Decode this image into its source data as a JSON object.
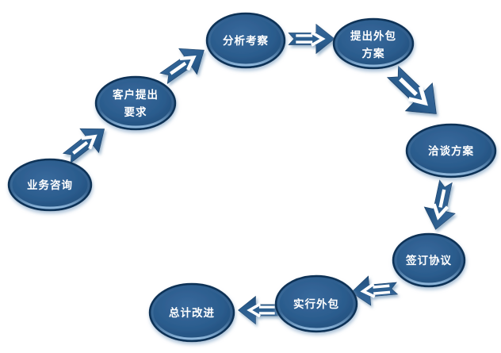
{
  "diagram": {
    "type": "circular-process-flow",
    "background": "#ffffff",
    "palette": {
      "node_fill_center": "#38699c",
      "node_fill_edge": "#173e66",
      "node_border": "#0f3156",
      "node_text": "#ffffff",
      "arrow_fill": "#2b5d8e",
      "arrow_inner": "#ffffff",
      "soft_shadow": "#9db8d2"
    },
    "nodes": [
      {
        "label": "业务咨询",
        "lines": [
          "业务咨询"
        ]
      },
      {
        "label": "客户提出要求",
        "lines": [
          "客户提出",
          "要求"
        ]
      },
      {
        "label": "分析考察",
        "lines": [
          "分析考察"
        ]
      },
      {
        "label": "提出外包方案",
        "lines": [
          "提出外包",
          "方案"
        ]
      },
      {
        "label": "洽谈方案",
        "lines": [
          "洽谈方案"
        ]
      },
      {
        "label": "签订协议",
        "lines": [
          "签订协议"
        ]
      },
      {
        "label": "实行外包",
        "lines": [
          "实行外包"
        ]
      },
      {
        "label": "总计改进",
        "lines": [
          "总计改进"
        ]
      }
    ],
    "arrows": [
      {
        "name": "arrow-step-1-to-2",
        "direction": "up-right"
      },
      {
        "name": "arrow-step-2-to-3",
        "direction": "up-right"
      },
      {
        "name": "arrow-step-3-to-4",
        "direction": "right"
      },
      {
        "name": "arrow-step-4-to-5",
        "direction": "down-right"
      },
      {
        "name": "arrow-step-5-to-6",
        "direction": "down"
      },
      {
        "name": "arrow-step-6-to-7",
        "direction": "left"
      },
      {
        "name": "arrow-step-7-to-8",
        "direction": "left"
      }
    ]
  }
}
